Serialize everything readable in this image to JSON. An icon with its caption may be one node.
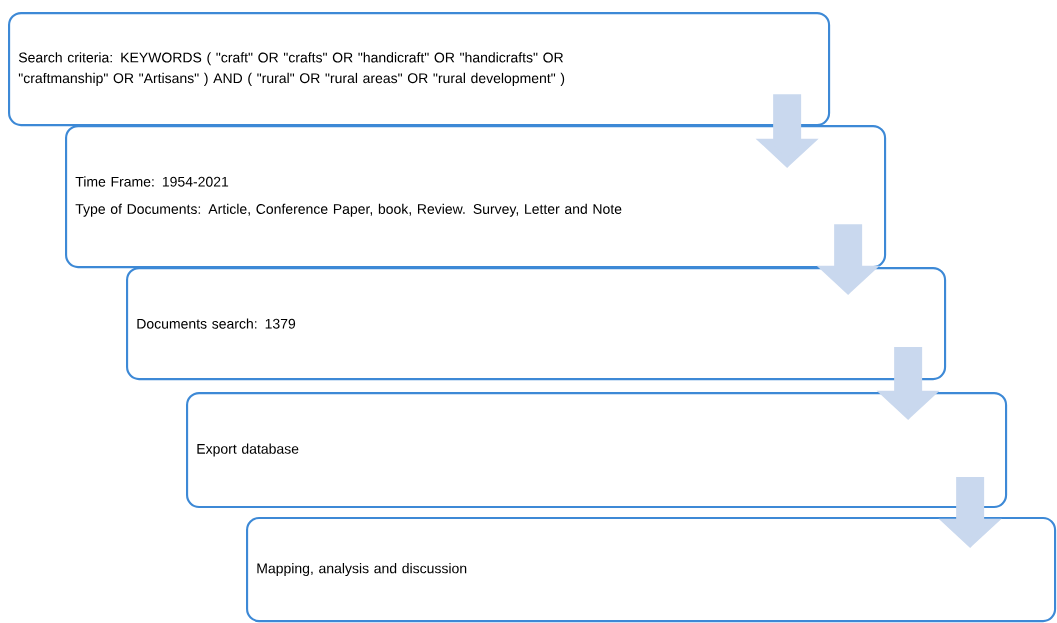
{
  "diagram": {
    "nodes": [
      {
        "text": [
          "Search criteria: KEYWORDS ( \"craft\"  OR  \"crafts\"  OR  \"handicraft\"  OR  \"handicrafts\"  OR  \"craftmanship\"  OR  \"Artisans\" )  AND  ( \"rural\"  OR  \"rural areas\"  OR  \"rural development\" )"
        ]
      },
      {
        "text": [
          "Time Frame: 1954-2021",
          "Type of Documents: Article, Conference Paper, book, Review. Survey, Letter and Note"
        ]
      },
      {
        "text": [
          "Documents search: 1379"
        ]
      },
      {
        "text": [
          "Export database"
        ]
      },
      {
        "text": [
          "Mapping, analysis and discussion"
        ]
      }
    ],
    "edges": [
      {
        "from": 0,
        "to": 1,
        "arrow": "to"
      },
      {
        "from": 1,
        "to": 2,
        "arrow": "to"
      },
      {
        "from": 2,
        "to": 3,
        "arrow": "to"
      },
      {
        "from": 3,
        "to": 4,
        "arrow": "to"
      }
    ]
  }
}
